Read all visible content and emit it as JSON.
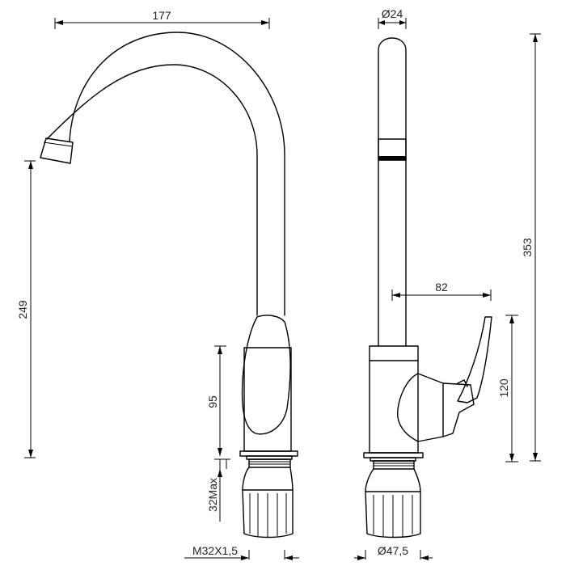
{
  "dimensions": {
    "spout_reach": "177",
    "body_height": "249",
    "base_height": "95",
    "max_mount": "32Max",
    "thread": "M32X1,5",
    "spout_diameter": "Ø24",
    "total_height": "353",
    "handle_projection": "82",
    "handle_height": "120",
    "base_diameter": "Ø47,5"
  }
}
